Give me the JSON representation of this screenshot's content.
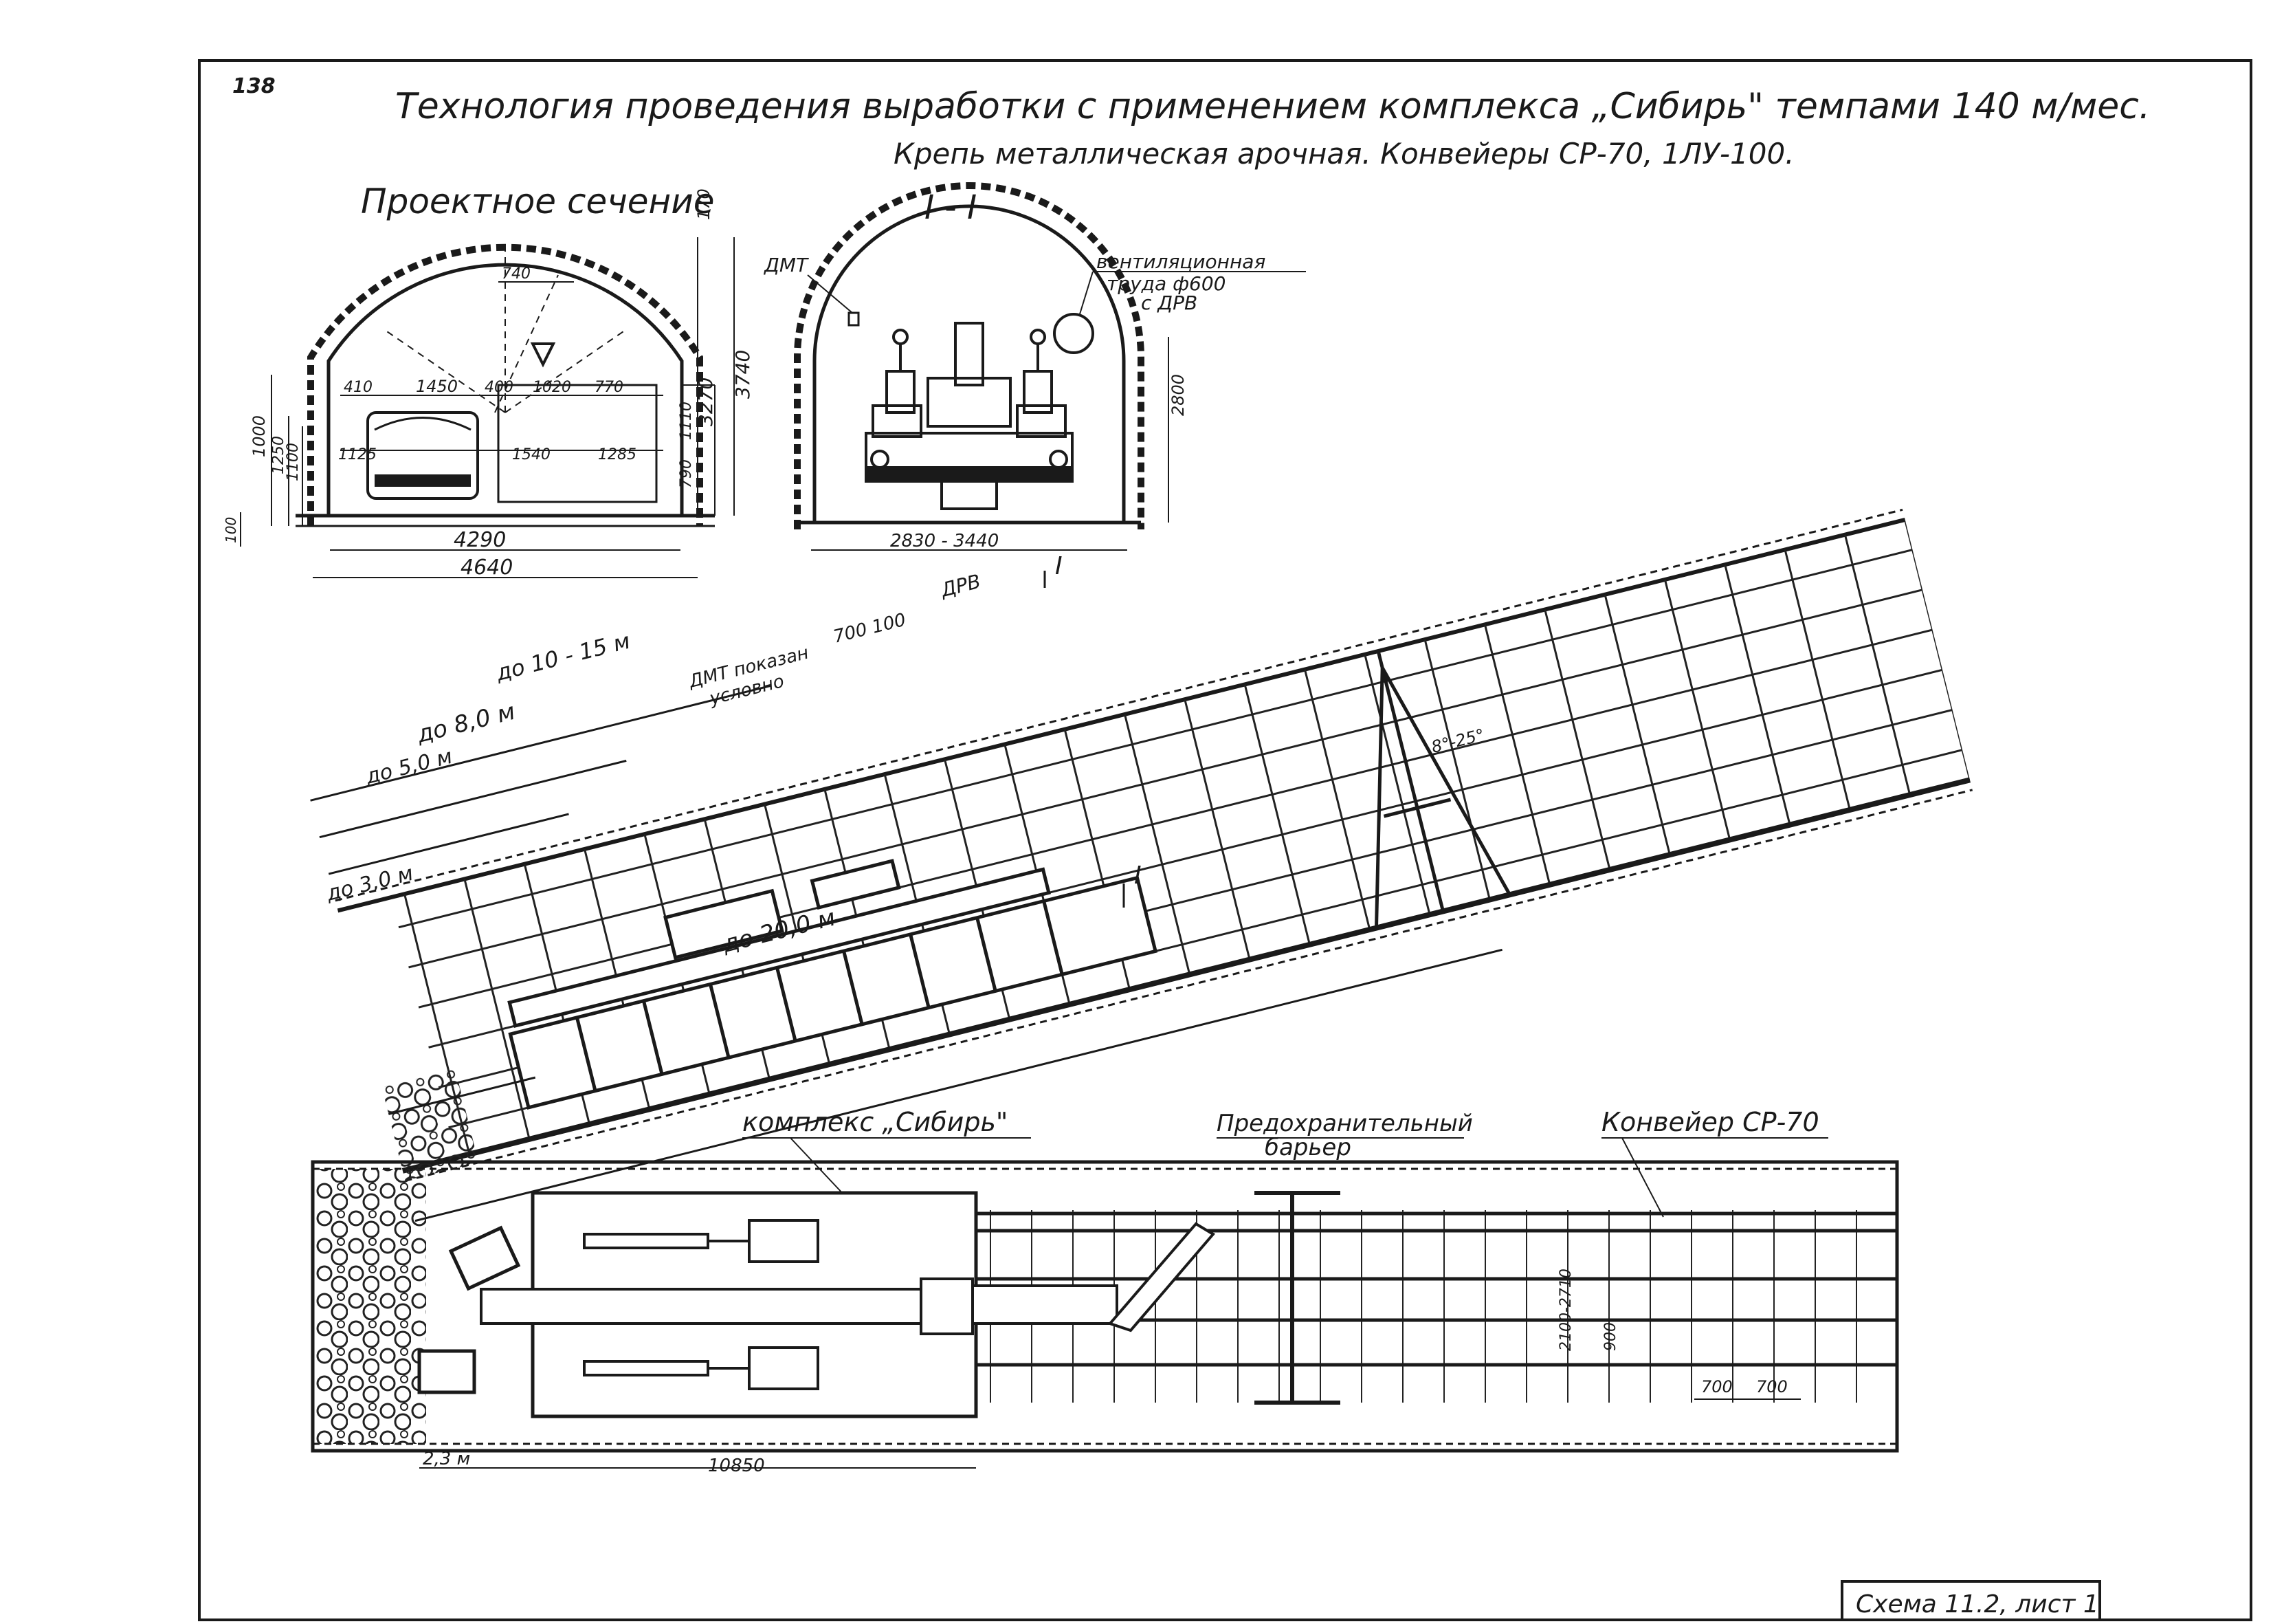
{
  "page_number": "138",
  "title_line1": "Технология проведения выработки с применением комплекса „Сибирь\" темпами 140 м/мес.",
  "title_line2": "Крепь металлическая арочная. Конвейеры СР-70, 1ЛУ-100.",
  "section_left": {
    "title": "Проектное сечение",
    "dims": {
      "top_170": "170",
      "w740": "740",
      "h3740": "3740",
      "h3270": "3270",
      "h1110": "1110",
      "h790": "790",
      "w410": "410",
      "w1450": "1450",
      "w400": "400",
      "w1020": "1020",
      "w770": "770",
      "w1125": "1125",
      "w1540": "1540",
      "w1285": "1285",
      "h1000": "1000",
      "h1250": "1250",
      "h1100": "1100",
      "h100": "100",
      "w4290": "4290",
      "w4640": "4640"
    }
  },
  "section_right": {
    "title": "I - I",
    "dmt": "ДМТ",
    "vent_line1": "вентиляционная",
    "vent_line2": "труда ф600",
    "vent_line3": "с ДРВ",
    "h2800": "2800",
    "w2830": "2830 - 3440"
  },
  "profile": {
    "drv": "ДРВ",
    "section_mark_top": "I",
    "section_mark_bottom": "I",
    "dmt_note_line1": "ДМТ показан",
    "dmt_note_line2": "условно",
    "d700_100": "700 100",
    "do10_15": "до 10 - 15 м",
    "do8": "до 8,0 м",
    "do5": "до 5,0 м",
    "do3": "до 3,0 м",
    "do20": "до 20,0 м",
    "angle": "8°-25°"
  },
  "plan": {
    "complex_label": "комплекс „Сибирь\"",
    "barrier_line1": "Предохранительный",
    "barrier_line2": "барьер",
    "conveyor_label": "Конвейер СР-70",
    "d2100": "2100-2710",
    "d900": "900",
    "d700a": "700",
    "d700b": "700",
    "d23": "2,3 м",
    "d10850": "10850"
  },
  "stamp": "Схема 11.2, лист 1"
}
